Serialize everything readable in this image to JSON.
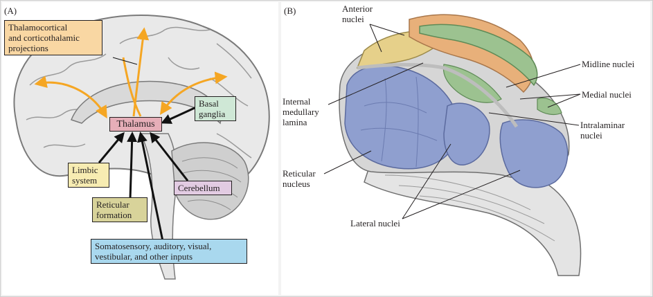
{
  "panel_a": {
    "letter": "(A)",
    "boxes": {
      "thalamocortical": "Thalamocortical\nand corticothalamic\nprojections",
      "thalamus": "Thalamus",
      "basal_ganglia": "Basal\nganglia",
      "limbic": "Limbic\nsystem",
      "reticular_formation": "Reticular\nformation",
      "cerebellum": "Cerebellum",
      "inputs": "Somatosensory, auditory, visual,\nvestibular, and other inputs"
    }
  },
  "panel_b": {
    "letter": "(B)",
    "labels": {
      "anterior": "Anterior\nnuclei",
      "midline": "Midline nuclei",
      "medial": "Medial nuclei",
      "intralaminar": "Intralaminar\nnuclei",
      "internal_medullary": "Internal\nmedullary\nlamina",
      "reticular_nucleus": "Reticular\nnucleus",
      "lateral": "Lateral nuclei"
    }
  },
  "colors": {
    "thalamocortical_box": "#f9d7a3",
    "thalamus_box": "#e6aeb8",
    "basal_ganglia_box": "#cfe8d6",
    "limbic_box": "#f7ecb2",
    "reticular_formation_box": "#d8d39a",
    "cerebellum_box": "#e2cbe2",
    "inputs_box": "#a9d8ee",
    "arrow_orange": "#f5a623",
    "lateral_blue": "#8f9fcf",
    "anterior_yellow": "#e6d08a",
    "medial_orange": "#e8b07a",
    "midline_green": "#9cc290"
  }
}
